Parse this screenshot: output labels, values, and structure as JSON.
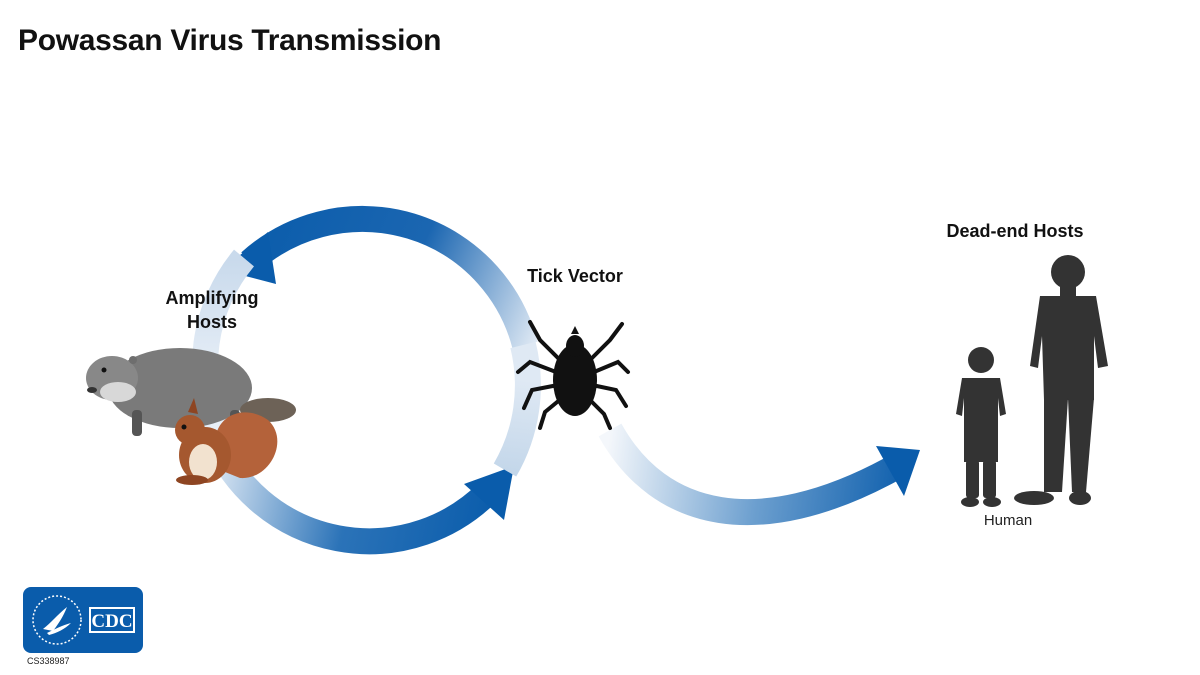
{
  "title": "Powassan Virus Transmission",
  "labels": {
    "amplifying_hosts": "Amplifying Hosts",
    "tick_vector": "Tick Vector",
    "dead_end_hosts": "Dead-end Hosts",
    "human": "Human"
  },
  "logo": {
    "text": "CDC",
    "code": "CS338987"
  },
  "colors": {
    "arrow_dark": "#0a5cab",
    "arrow_light": "#eaf1f8",
    "silhouette": "#333333",
    "tick": "#111111",
    "logo_bg": "#0a5cab"
  },
  "icons": [
    "groundhog-icon",
    "squirrel-icon",
    "tick-icon",
    "child-silhouette-icon",
    "adult-silhouette-icon",
    "hhs-eagle-icon"
  ]
}
